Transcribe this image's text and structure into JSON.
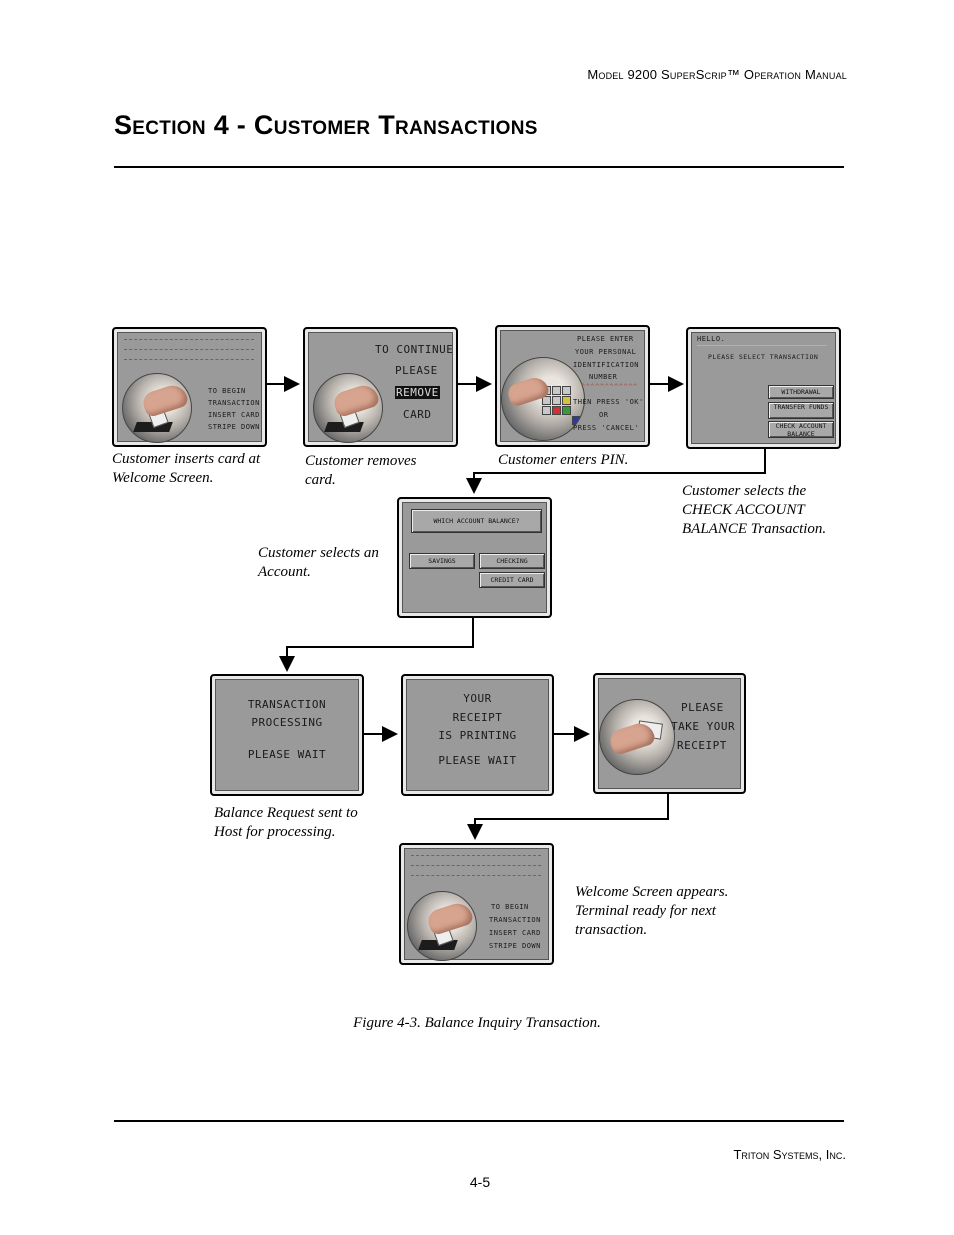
{
  "header": {
    "manual_title": "Model 9200 SuperScrip™ Operation Manual"
  },
  "section_title": "Section 4 - Customer Transactions",
  "screens": {
    "welcome": {
      "lines": [
        "TO BEGIN",
        "TRANSACTION",
        "INSERT CARD",
        "STRIPE DOWN"
      ]
    },
    "remove_card": {
      "lines": [
        "TO CONTINUE",
        "PLEASE",
        "REMOVE",
        "CARD"
      ]
    },
    "enter_pin": {
      "lines": [
        "PLEASE ENTER",
        "YOUR PERSONAL",
        "IDENTIFICATION",
        "NUMBER",
        "^^^^^^^^^^^^",
        "THEN PRESS 'OK'",
        "OR",
        "PRESS 'CANCEL'"
      ]
    },
    "select_transaction": {
      "greeting": "HELLO.",
      "prompt": "PLEASE SELECT TRANSACTION",
      "buttons": [
        "WITHDRAWAL",
        "TRANSFER FUNDS",
        "CHECK ACCOUNT BALANCE"
      ]
    },
    "account": {
      "prompt": "WHICH ACCOUNT BALANCE?",
      "buttons": [
        "SAVINGS",
        "CHECKING",
        "CREDIT CARD"
      ]
    },
    "processing": {
      "lines": [
        "TRANSACTION",
        "PROCESSING",
        "PLEASE WAIT"
      ]
    },
    "printing": {
      "lines": [
        "YOUR",
        "RECEIPT",
        "IS PRINTING",
        "PLEASE WAIT"
      ]
    },
    "take_receipt": {
      "lines": [
        "PLEASE",
        "TAKE YOUR",
        "RECEIPT"
      ]
    }
  },
  "captions": {
    "inserts": "Customer inserts card at Welcome Screen.",
    "removes": "Customer removes card.",
    "pin": "Customer enters PIN.",
    "selects_check": "Customer selects the CHECK ACCOUNT BALANCE Transaction.",
    "selects_account": "Customer selects an Account.",
    "balance_request": "Balance Request sent to Host for processing.",
    "welcome_again": "Welcome Screen appears. Terminal ready for next transaction."
  },
  "figure_caption": "Figure 4-3. Balance Inquiry Transaction.",
  "footer": {
    "company": "Triton Systems, Inc.",
    "page": "4-5"
  }
}
